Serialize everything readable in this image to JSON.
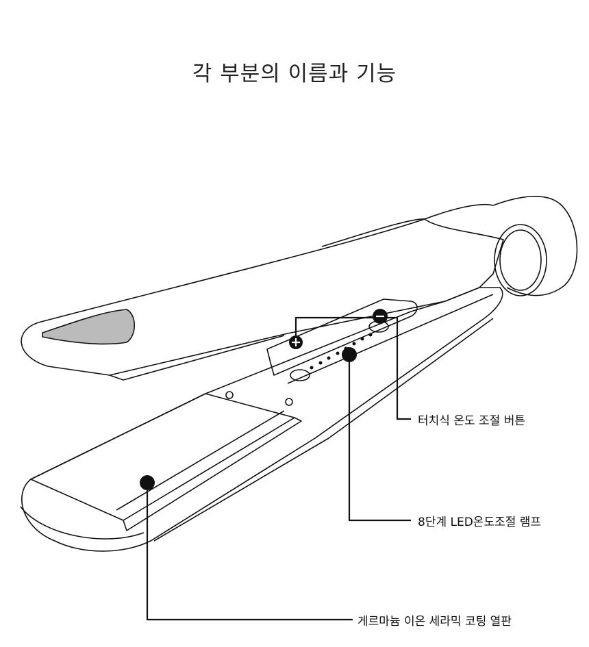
{
  "title": "각 부분의 이름과 기능",
  "callouts": {
    "touch_button": "터치식 온도 조절 버튼",
    "led_lamp": "8단계 LED온도조절 램프",
    "heating_plate": "게르마늄 이온 세라믹 코팅 열판"
  },
  "panel": {
    "plus_icon": "plus-icon",
    "minus_icon": "minus-icon",
    "led_count": 8
  }
}
